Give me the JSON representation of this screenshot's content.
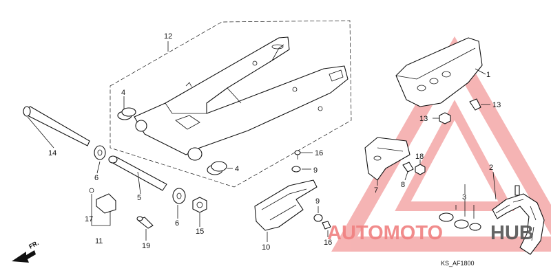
{
  "diagram": {
    "part_labels": {
      "p1": "1",
      "p2": "2",
      "p3": "3",
      "p4a": "4",
      "p4b": "4",
      "p5": "5",
      "p6a": "6",
      "p6b": "6",
      "p7": "7",
      "p8": "8",
      "p9a": "9",
      "p9b": "9",
      "p10": "10",
      "p11": "11",
      "p12": "12",
      "p13a": "13",
      "p13b": "13",
      "p14": "14",
      "p15": "15",
      "p16a": "16",
      "p16b": "16",
      "p17": "17",
      "p18": "18",
      "p19": "19"
    },
    "direction_label": "FR.",
    "diagram_code": "KS_AF1800"
  },
  "watermark": {
    "text_part1": "AUTOMOTO",
    "text_part2": "HUB",
    "color_primary": "#f08080",
    "color_secondary": "#555555"
  }
}
